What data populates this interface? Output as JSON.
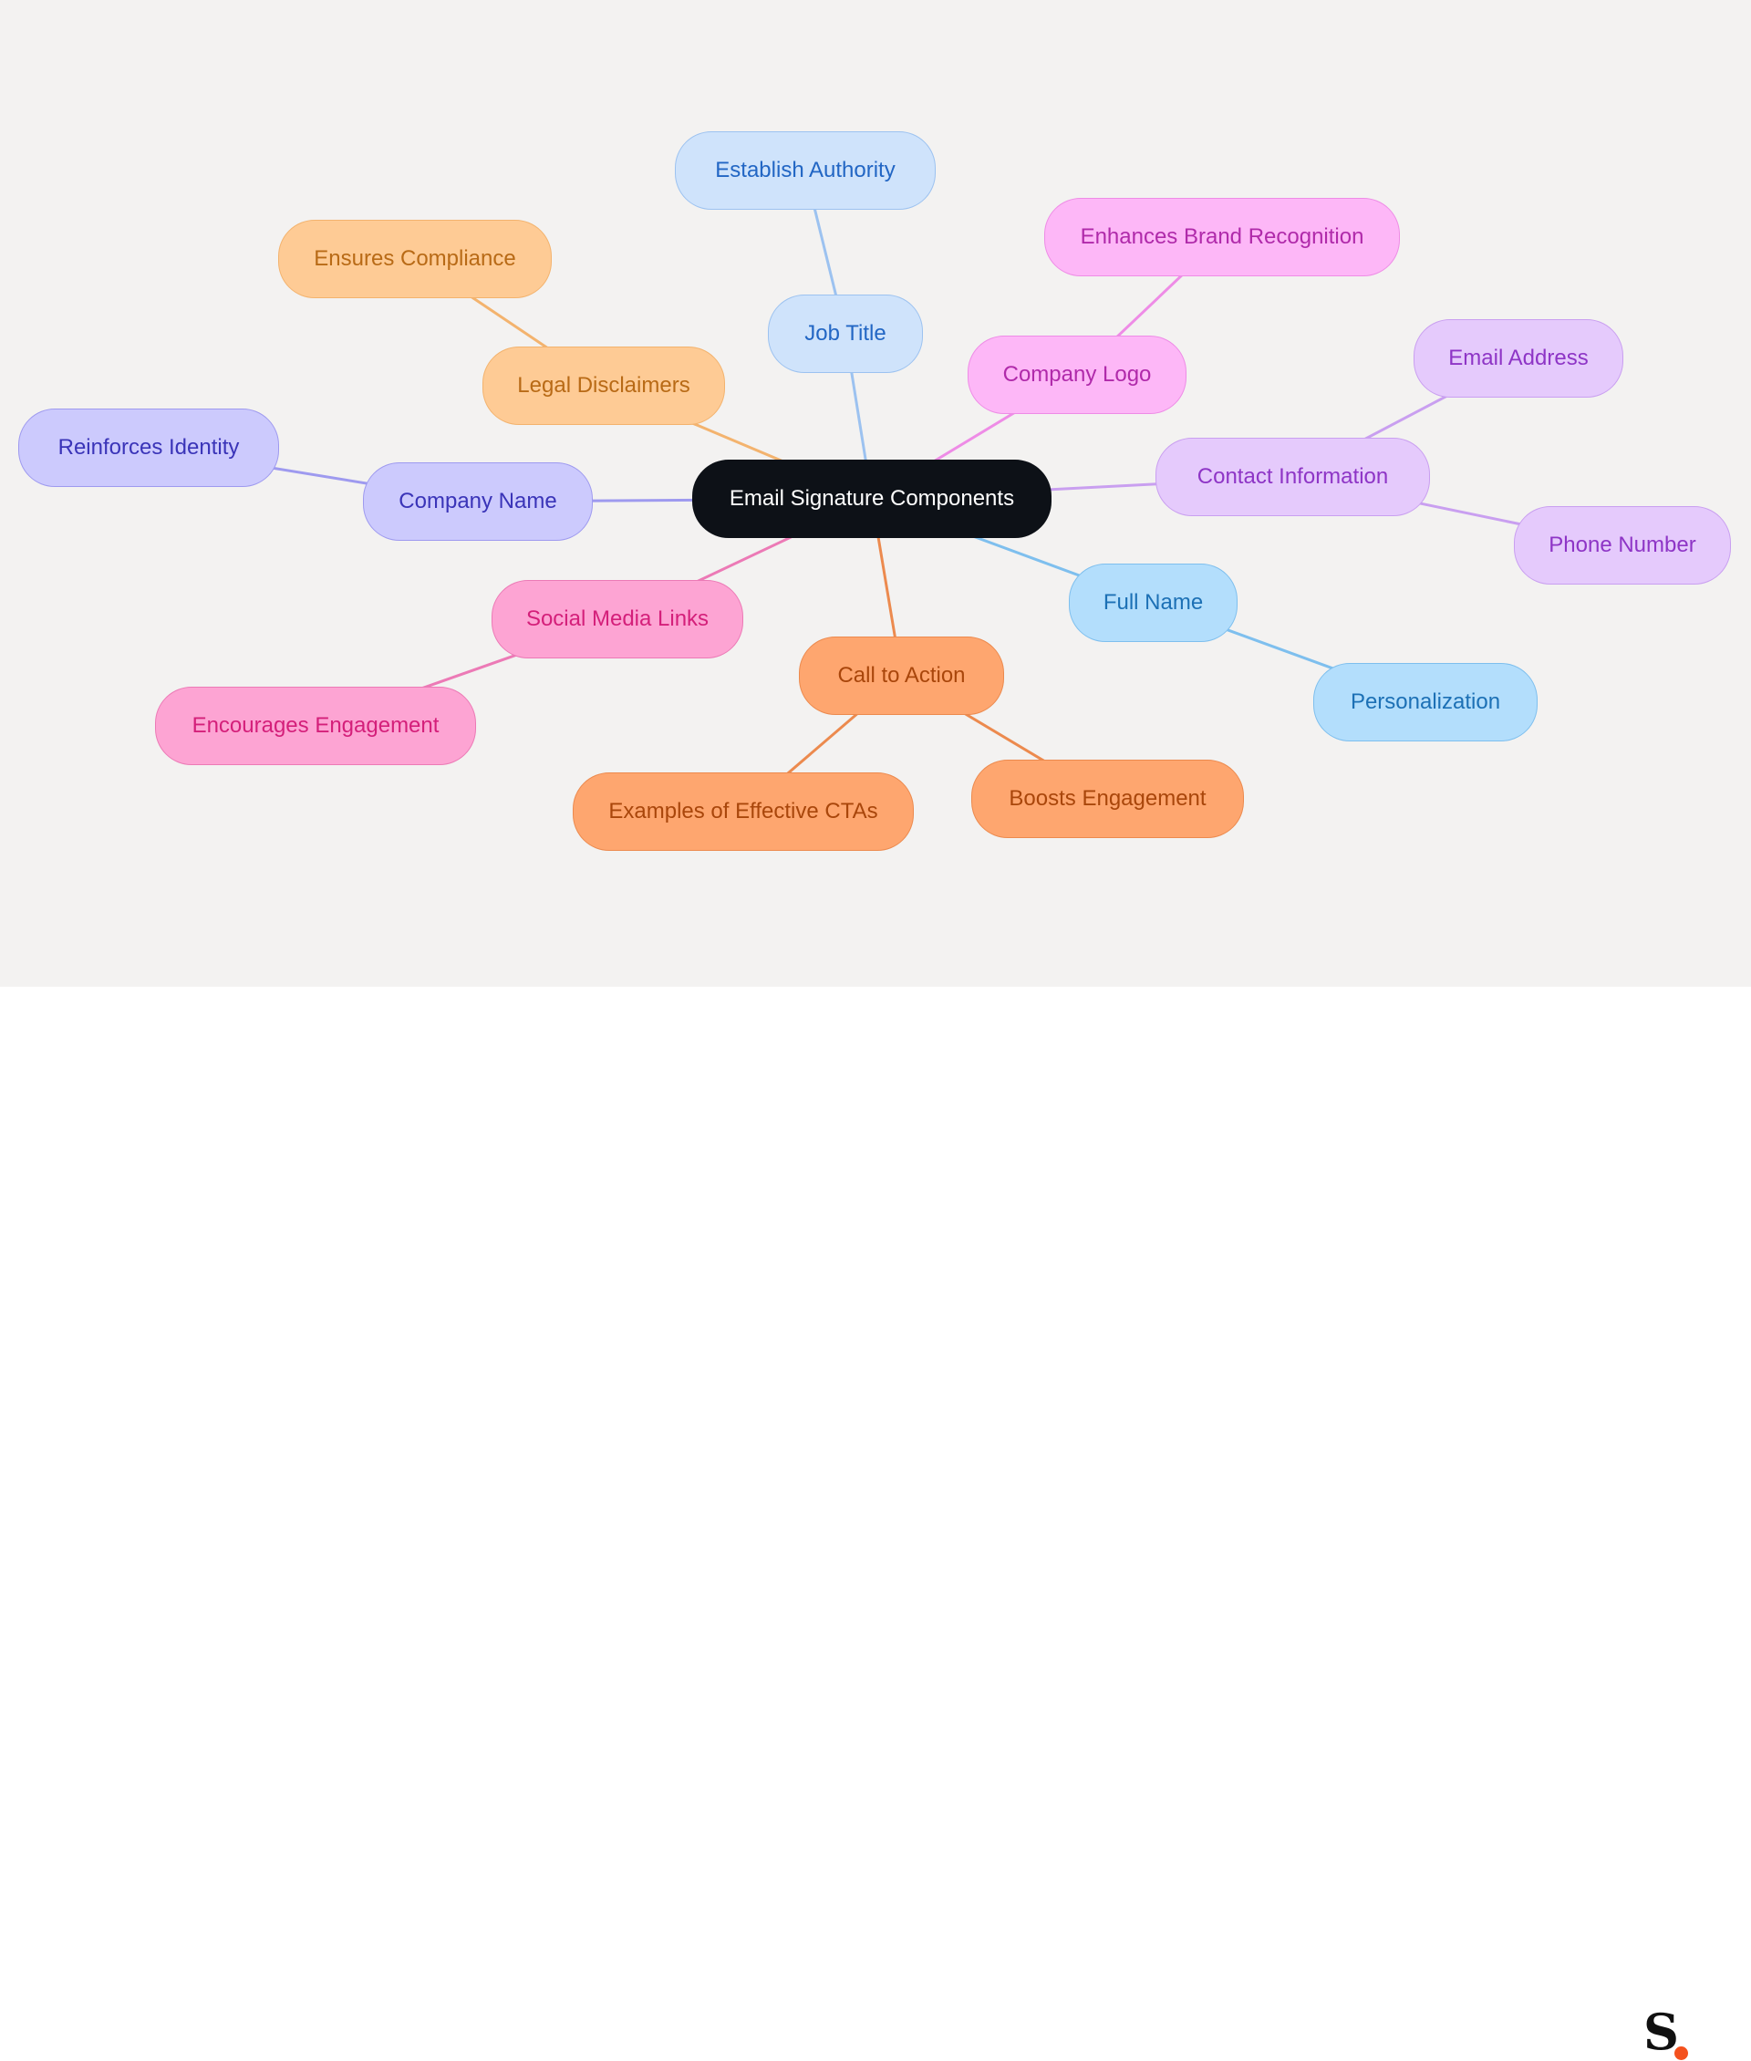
{
  "diagram": {
    "root": {
      "label": "Email Signature Components"
    },
    "branches": [
      {
        "key": "job-title",
        "label": "Job Title",
        "colors": {
          "fill": "#cfe3fb",
          "stroke": "#9cc2f0",
          "text": "#2266c4",
          "line": "#9cc2f0"
        },
        "children": [
          {
            "label": "Establish Authority"
          }
        ]
      },
      {
        "key": "company-logo",
        "label": "Company Logo",
        "colors": {
          "fill": "#fdb7f7",
          "stroke": "#ee8ce6",
          "text": "#b02aaa",
          "line": "#ee8ce6"
        },
        "children": [
          {
            "label": "Enhances Brand Recognition"
          }
        ]
      },
      {
        "key": "legal-disclaimers",
        "label": "Legal Disclaimers",
        "colors": {
          "fill": "#fecb95",
          "stroke": "#f3b36e",
          "text": "#b86a16",
          "line": "#f3b36e"
        },
        "children": [
          {
            "label": "Ensures Compliance"
          }
        ]
      },
      {
        "key": "company-name",
        "label": "Company Name",
        "colors": {
          "fill": "#cccafd",
          "stroke": "#9e9aef",
          "text": "#3a34b8",
          "line": "#9e9aef"
        },
        "children": [
          {
            "label": "Reinforces Identity"
          }
        ]
      },
      {
        "key": "contact-information",
        "label": "Contact Information",
        "colors": {
          "fill": "#e5cafc",
          "stroke": "#c99ff0",
          "text": "#8e35c6",
          "line": "#c99ff0"
        },
        "children": [
          {
            "label": "Email Address"
          },
          {
            "label": "Phone Number"
          }
        ]
      },
      {
        "key": "full-name",
        "label": "Full Name",
        "colors": {
          "fill": "#b3defc",
          "stroke": "#7ebfee",
          "text": "#1c70b5",
          "line": "#7ebfee"
        },
        "children": [
          {
            "label": "Personalization"
          }
        ]
      },
      {
        "key": "social-media-links",
        "label": "Social Media Links",
        "colors": {
          "fill": "#fda4d3",
          "stroke": "#ec7ab6",
          "text": "#d41f7a",
          "line": "#ec7ab6"
        },
        "children": [
          {
            "label": "Encourages Engagement"
          }
        ]
      },
      {
        "key": "call-to-action",
        "label": "Call to Action",
        "colors": {
          "fill": "#fea66f",
          "stroke": "#ec8a4e",
          "text": "#a9460b",
          "line": "#ec8a4e"
        },
        "children": [
          {
            "label": "Examples of Effective CTAs"
          },
          {
            "label": "Boosts Engagement"
          }
        ]
      }
    ],
    "root_colors": {
      "fill": "#0d1117",
      "text": "#ffffff"
    },
    "background": "#f3f2f1"
  },
  "footer": {
    "logo": "S."
  }
}
